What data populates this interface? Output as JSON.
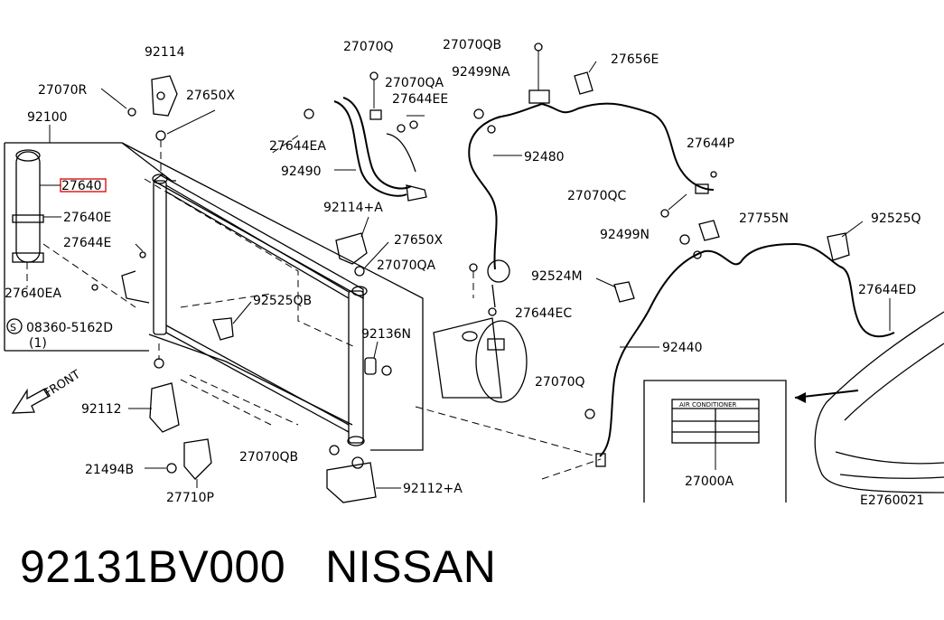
{
  "diagram": {
    "labels": {
      "p92114": "92114",
      "p27070R": "27070R",
      "p27650X": "27650X",
      "p92100": "92100",
      "p27640": "27640",
      "p27640E": "27640E",
      "p27644E": "27644E",
      "p27640EA": "27640EA",
      "p08360": "08360-5162D",
      "p08360_qty": "(1)",
      "p08360_s": "S",
      "p27070Q_top": "27070Q",
      "p27070QA_top": "27070QA",
      "p27644EE": "27644EE",
      "p27644EA": "27644EA",
      "p92490": "92490",
      "p27070QB_top": "27070QB",
      "p92499NA": "92499NA",
      "p27656E": "27656E",
      "p92480": "92480",
      "p27644P": "27644P",
      "p27070QC": "27070QC",
      "p27755N": "27755N",
      "p92499N": "92499N",
      "p92525Q": "92525Q",
      "p92114A": "92114+A",
      "p27650X_b": "27650X",
      "p27070QA_mid": "27070QA",
      "p92524M": "92524M",
      "p27644EC": "27644EC",
      "p27644ED": "27644ED",
      "p92525QB": "92525QB",
      "p92136N": "92136N",
      "p92440": "92440",
      "p92112": "92112",
      "p27070Q_bot": "27070Q",
      "p21494B": "21494B",
      "p27710P": "27710P",
      "p27070QB_bot": "27070QB",
      "p92112A": "92112+A",
      "p27000A": "27000A",
      "p_ac": "AIR CONDITIONER",
      "front": "FRONT",
      "ref": "E2760021"
    },
    "highlight_color": "#e02020"
  },
  "caption": {
    "part_number": "92131BV000",
    "brand": "NISSAN"
  }
}
